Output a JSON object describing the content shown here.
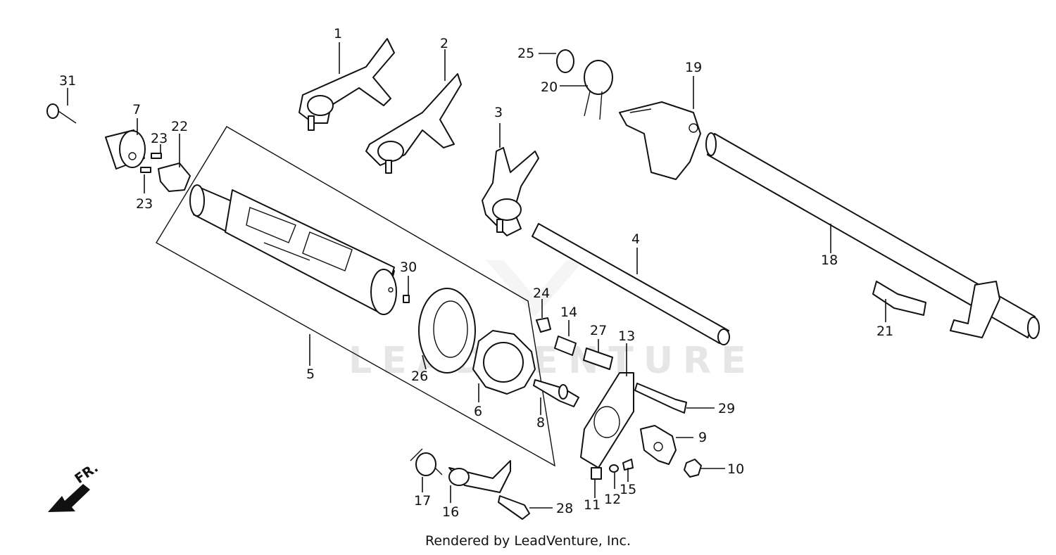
{
  "watermark": "LEADVENTURE",
  "footer": "Rendered by LeadVenture, Inc.",
  "direction_label": "FR.",
  "callouts": [
    "1",
    "2",
    "3",
    "4",
    "5",
    "6",
    "7",
    "8",
    "9",
    "10",
    "11",
    "12",
    "13",
    "14",
    "15",
    "16",
    "17",
    "18",
    "19",
    "20",
    "21",
    "22",
    "23",
    "23",
    "24",
    "25",
    "26",
    "27",
    "28",
    "29",
    "30",
    "31"
  ]
}
